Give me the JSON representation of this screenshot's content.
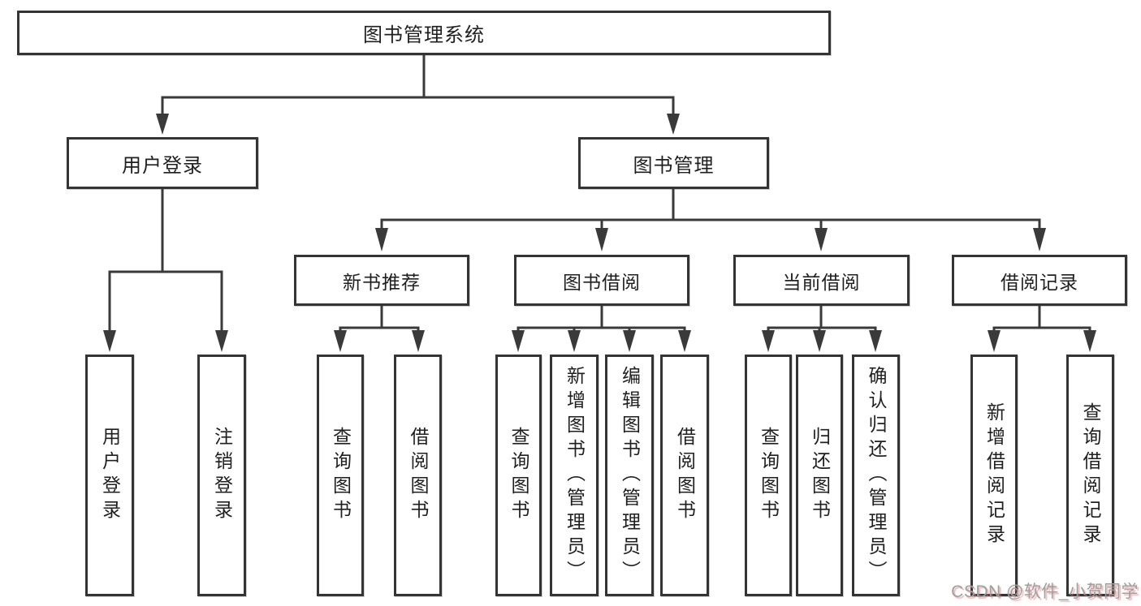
{
  "colors": {
    "line": "#3a3a3a",
    "box_border": "#343434",
    "text": "#1f1f1f",
    "background": "#ffffff",
    "watermark_gray": "#9f9f9f",
    "watermark_red_shadow": "#de7878"
  },
  "tree": {
    "root": {
      "label": "图书管理系统"
    },
    "children": [
      {
        "label": "用户登录",
        "children": [
          {
            "label": "用户登录"
          },
          {
            "label": "注销登录"
          }
        ]
      },
      {
        "label": "图书管理",
        "children": [
          {
            "label": "新书推荐",
            "children": [
              {
                "label": "查询图书"
              },
              {
                "label": "借阅图书"
              }
            ]
          },
          {
            "label": "图书借阅",
            "children": [
              {
                "label": "查询图书"
              },
              {
                "label": "新增图书（管理员）"
              },
              {
                "label": "编辑图书（管理员）"
              },
              {
                "label": "借阅图书"
              }
            ]
          },
          {
            "label": "当前借阅",
            "children": [
              {
                "label": "查询图书"
              },
              {
                "label": "归还图书"
              },
              {
                "label": "确认归还（管理员）"
              }
            ]
          },
          {
            "label": "借阅记录",
            "children": [
              {
                "label": "新增借阅记录"
              },
              {
                "label": "查询借阅记录"
              }
            ]
          }
        ]
      }
    ]
  },
  "watermark": {
    "text": "CSDN @软件_小贺同学"
  }
}
